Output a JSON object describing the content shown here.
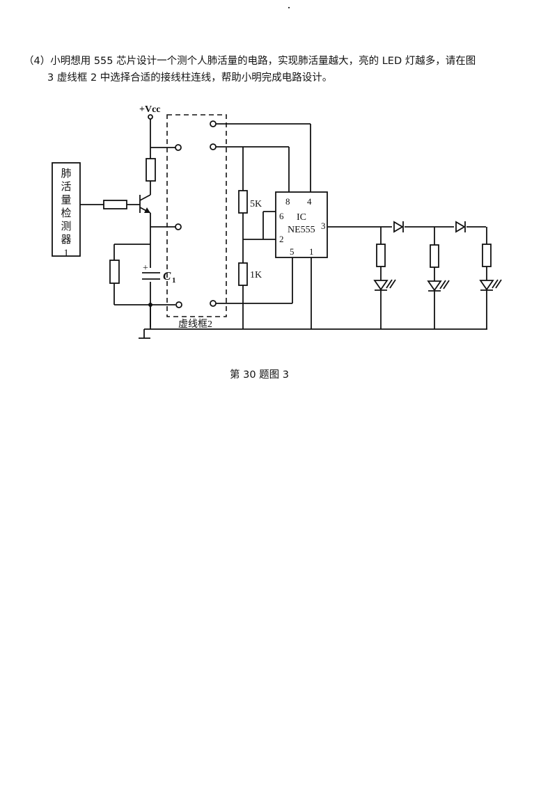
{
  "question": {
    "line1": "（4）小明想用 555 芯片设计一个测个人肺活量的电路，实现肺活量越大，亮的 LED 灯越多，请在图",
    "line2": "3 虚线框 2 中选择合适的接线柱连线，帮助小明完成电路设计。"
  },
  "circuit": {
    "supply_label": "+Vcc",
    "detector_label_chars": [
      "肺",
      "活",
      "量",
      "检",
      "测",
      "器",
      "1"
    ],
    "capacitor_label": "C",
    "capacitor_subscript": "1",
    "capacitor_polarity": "+",
    "dashed_box_label": "虚线框2",
    "resistor_top_label": "5K",
    "resistor_bottom_label": "1K",
    "ic": {
      "name_line1": "IC",
      "name_line2": "NE555",
      "pin8": "8",
      "pin4": "4",
      "pin6": "6",
      "pin2": "2",
      "pin3": "3",
      "pin5": "5",
      "pin1": "1"
    },
    "led_count": 3,
    "diode_count": 2
  },
  "caption": "第 30 题图 3"
}
